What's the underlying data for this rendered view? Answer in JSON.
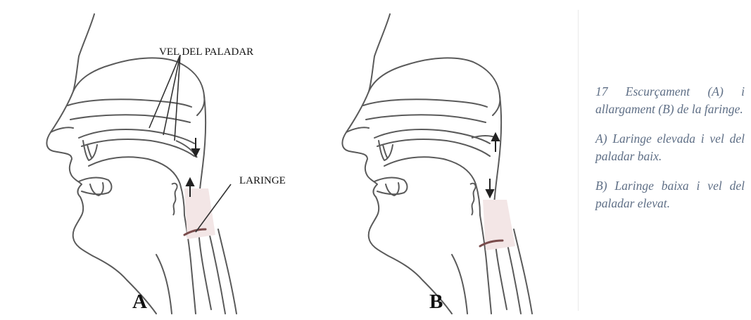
{
  "figure": {
    "panel_a": {
      "letter": "A",
      "labels": {
        "velum": "VEL DEL PALADAR",
        "larynx": "LARINGE"
      }
    },
    "panel_b": {
      "letter": "B"
    }
  },
  "caption": {
    "title": "17 Escurçament (A) i allargament (B) de la faringe.",
    "item_a": "A) Laringe elevada i vel del paladar baix.",
    "item_b": "B) Laringe baixa i vel del paladar elevat."
  },
  "colors": {
    "outline": "#5a5a5a",
    "caption_text": "#5f6f86",
    "larynx_shade": "#f3e6e6"
  }
}
